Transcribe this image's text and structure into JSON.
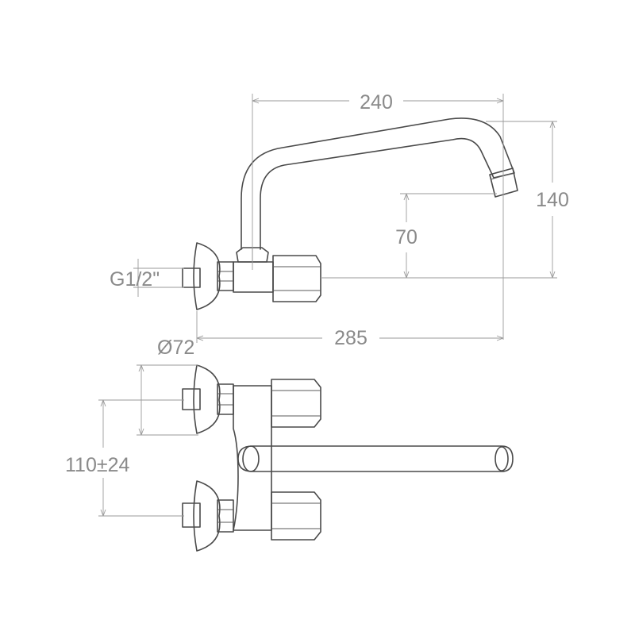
{
  "dimensions": {
    "spout_reach": "240",
    "spout_height": "140",
    "outlet_height": "70",
    "connection_thread": "G1/2\"",
    "total_length": "285",
    "flange_diameter": "Ø72",
    "center_distance": "110±24"
  },
  "colors": {
    "outline": "#4a4a4a",
    "dimension_line": "#9a9a9a",
    "dimension_text": "#8a8a8a",
    "background": "#ffffff"
  }
}
